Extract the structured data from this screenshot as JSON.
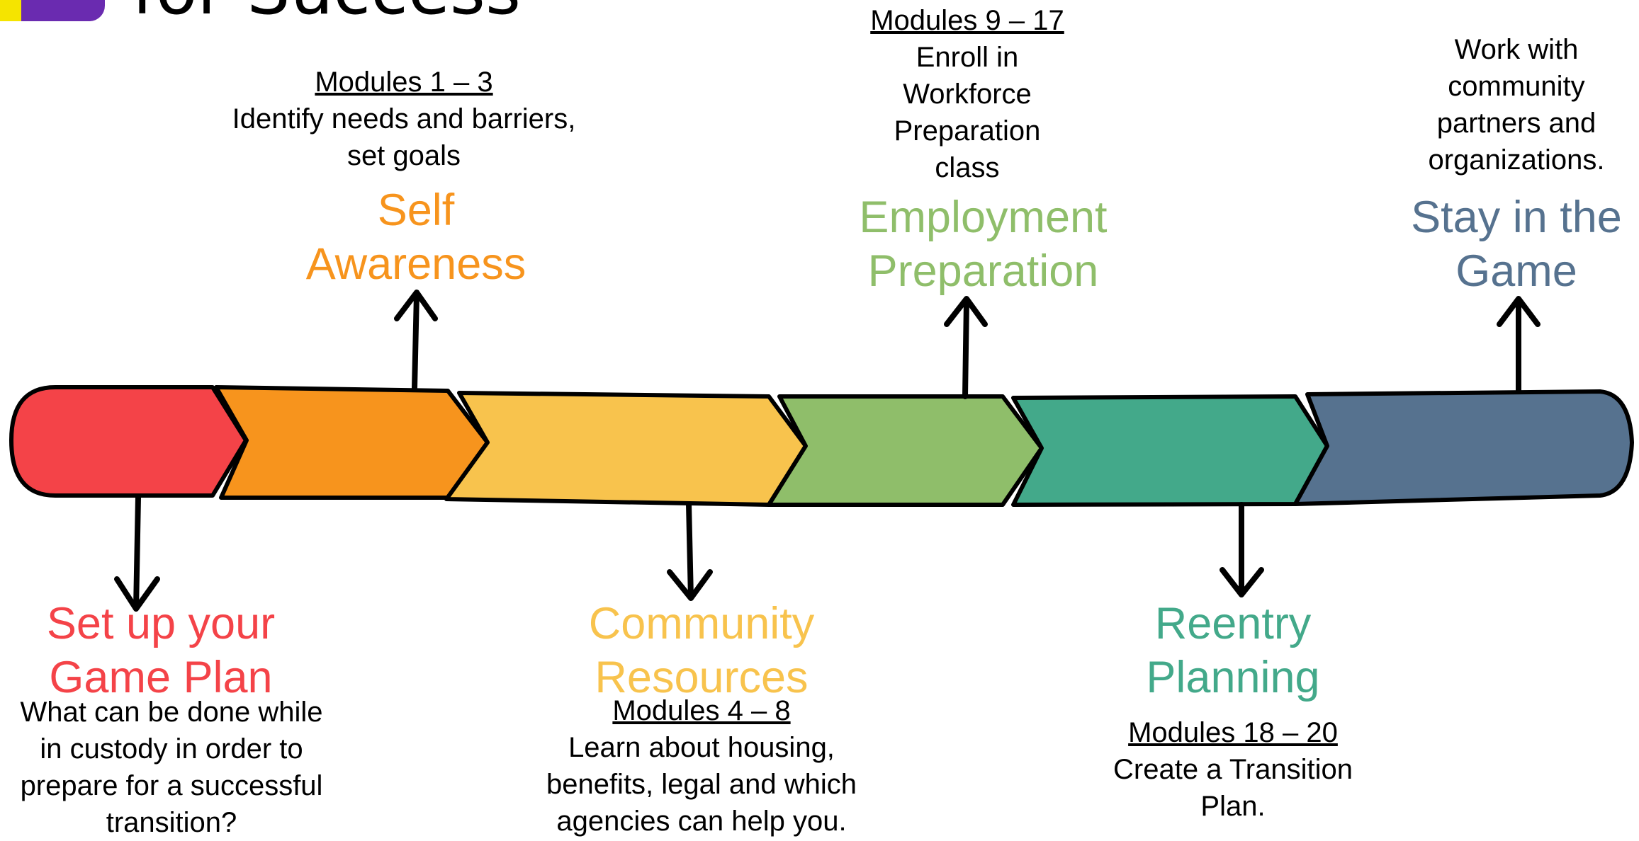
{
  "title": "for Success",
  "stages": [
    {
      "heading": [
        "Set up your",
        "Game Plan"
      ],
      "color": "#f44348",
      "description": [
        "What can be done while",
        "in custody in order to",
        "prepare for a successful",
        "transition?"
      ]
    },
    {
      "heading": [
        "Self",
        "Awareness"
      ],
      "color": "#f7941d",
      "modules": "Modules 1 – 3",
      "description": [
        "Identify needs and barriers,",
        "set goals"
      ]
    },
    {
      "heading": [
        "Community",
        "Resources"
      ],
      "color": "#f8c34d",
      "modules": "Modules 4 – 8",
      "description": [
        "Learn about housing,",
        "benefits, legal and which",
        "agencies can help you."
      ]
    },
    {
      "heading": [
        "Employment",
        "Preparation"
      ],
      "color": "#8fbe6a",
      "modules": "Modules 9 – 17",
      "description": [
        "Enroll in",
        "Workforce",
        "Preparation",
        "class"
      ]
    },
    {
      "heading": [
        "Reentry",
        "Planning"
      ],
      "color": "#43a98a",
      "modules": "Modules 18 – 20",
      "description": [
        "Create a Transition",
        "Plan."
      ]
    },
    {
      "heading": [
        "Stay in the",
        "Game"
      ],
      "color": "#56728f",
      "description": [
        "Work with",
        "community",
        "partners and",
        "organizations."
      ]
    }
  ]
}
